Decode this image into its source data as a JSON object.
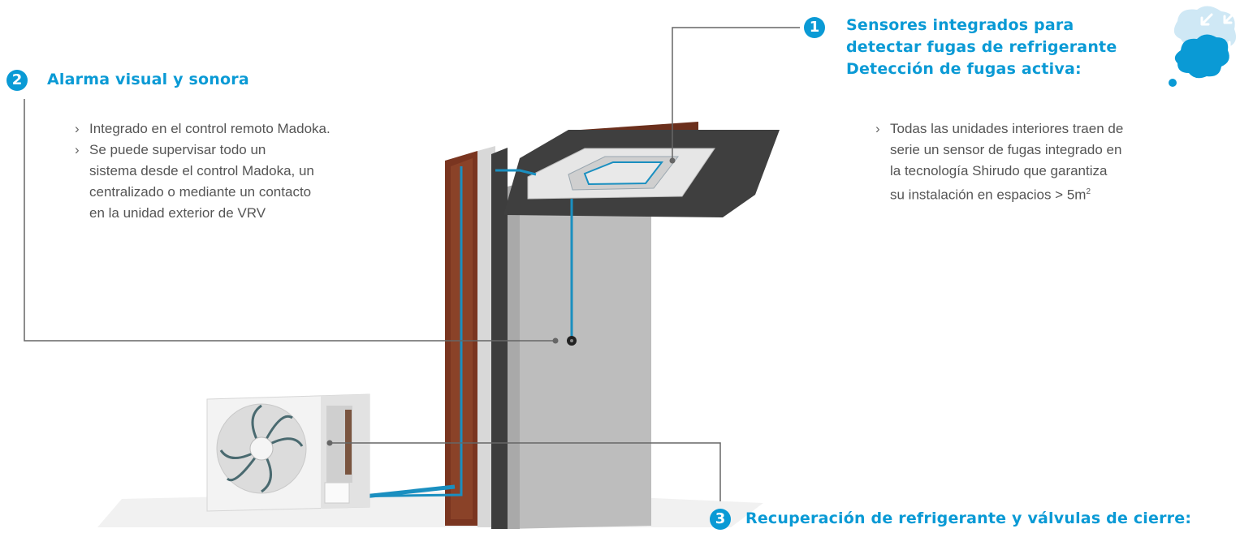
{
  "callout_1": {
    "number": "1",
    "title": "Sensores integrados para detectar fugas de refrigerante Detección de fugas activa:",
    "title_lines": [
      "Sensores integrados para",
      "detectar fugas de refrigerante",
      "Detección de fugas activa:"
    ],
    "bullets": [
      {
        "lines": [
          "Todas las unidades interiores traen de",
          "serie un sensor de fugas integrado en",
          "la tecnología Shirudo que garantiza",
          "su instalación en espacios > 5m"
        ],
        "superscript": "2"
      }
    ]
  },
  "callout_2": {
    "number": "2",
    "title": "Alarma visual y sonora",
    "bullets": [
      {
        "lines": [
          "Integrado en el control remoto Madoka."
        ]
      },
      {
        "lines": [
          "Se puede supervisar todo un",
          "sistema desde el control Madoka, un",
          "centralizado o mediante un contacto",
          "en la unidad exterior de VRV"
        ]
      }
    ]
  },
  "callout_3": {
    "number": "3",
    "title": "Recuperación de refrigerante y válvulas de cierre:"
  },
  "colors": {
    "accent": "#0a9ad5",
    "text": "#555555",
    "wall_brick": "#7a3520",
    "column": "#b8b8b8",
    "ceiling": "#4a4a4a",
    "pipe": "#1a8fc0",
    "cloud": "#0a9ad5"
  },
  "icons": [
    "cloud-leak-icon",
    "wind-arrows-icon"
  ]
}
